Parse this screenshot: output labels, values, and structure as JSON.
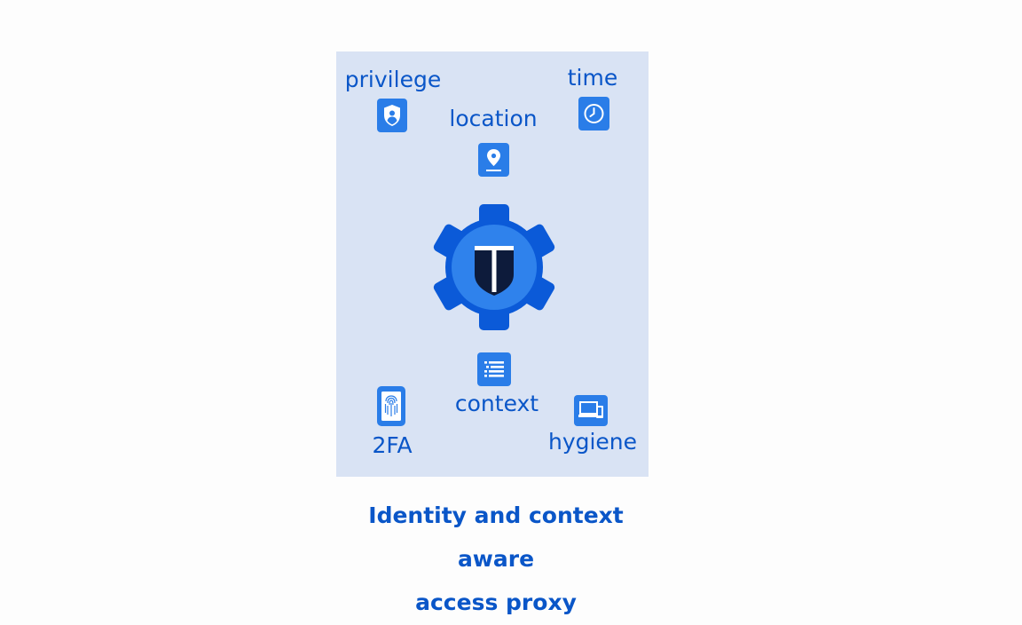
{
  "diagram": {
    "labels": {
      "privilege": "privilege",
      "time": "time",
      "location": "location",
      "context": "context",
      "twofa": "2FA",
      "hygiene": "hygiene"
    },
    "caption": {
      "line1": "Identity and context aware",
      "line2": "access proxy"
    },
    "icons": {
      "privilege": "shield-user-icon",
      "time": "clock-icon",
      "location": "map-pin-icon",
      "center": "gear-shield-logo-icon",
      "context": "list-icon",
      "twofa": "fingerprint-phone-icon",
      "hygiene": "laptop-phone-icon"
    }
  },
  "colors": {
    "accent": "#0a56c8",
    "gear": "#0b5ad8",
    "gear_inner": "#2f82ec",
    "icon_tile": "#2a7de8",
    "panel": "#d9e3f4",
    "shield": "#0d1b3b"
  }
}
